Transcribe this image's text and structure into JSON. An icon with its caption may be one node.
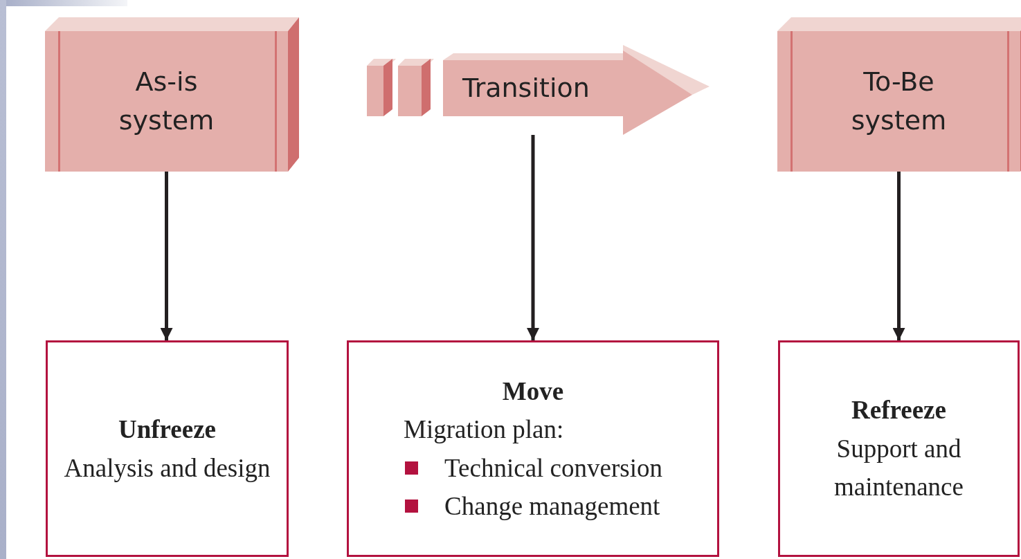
{
  "diagram": {
    "nodes": [
      {
        "text": [
          "As-is system"
        ]
      },
      {
        "text": [
          "Transition"
        ]
      },
      {
        "text": [
          "To-Be system"
        ]
      },
      {
        "text": [
          "Unfreeze",
          "Analysis and design"
        ]
      },
      {
        "text": [
          "Move",
          "Migration plan:",
          "Technical conversion",
          "Change management"
        ]
      },
      {
        "text": [
          "Refreeze",
          "Support and maintenance"
        ]
      }
    ],
    "edges": [
      {
        "from": 0,
        "to": 3,
        "arrow": "to"
      },
      {
        "from": 1,
        "to": 4,
        "arrow": "to"
      },
      {
        "from": 2,
        "to": 5,
        "arrow": "to"
      }
    ]
  }
}
